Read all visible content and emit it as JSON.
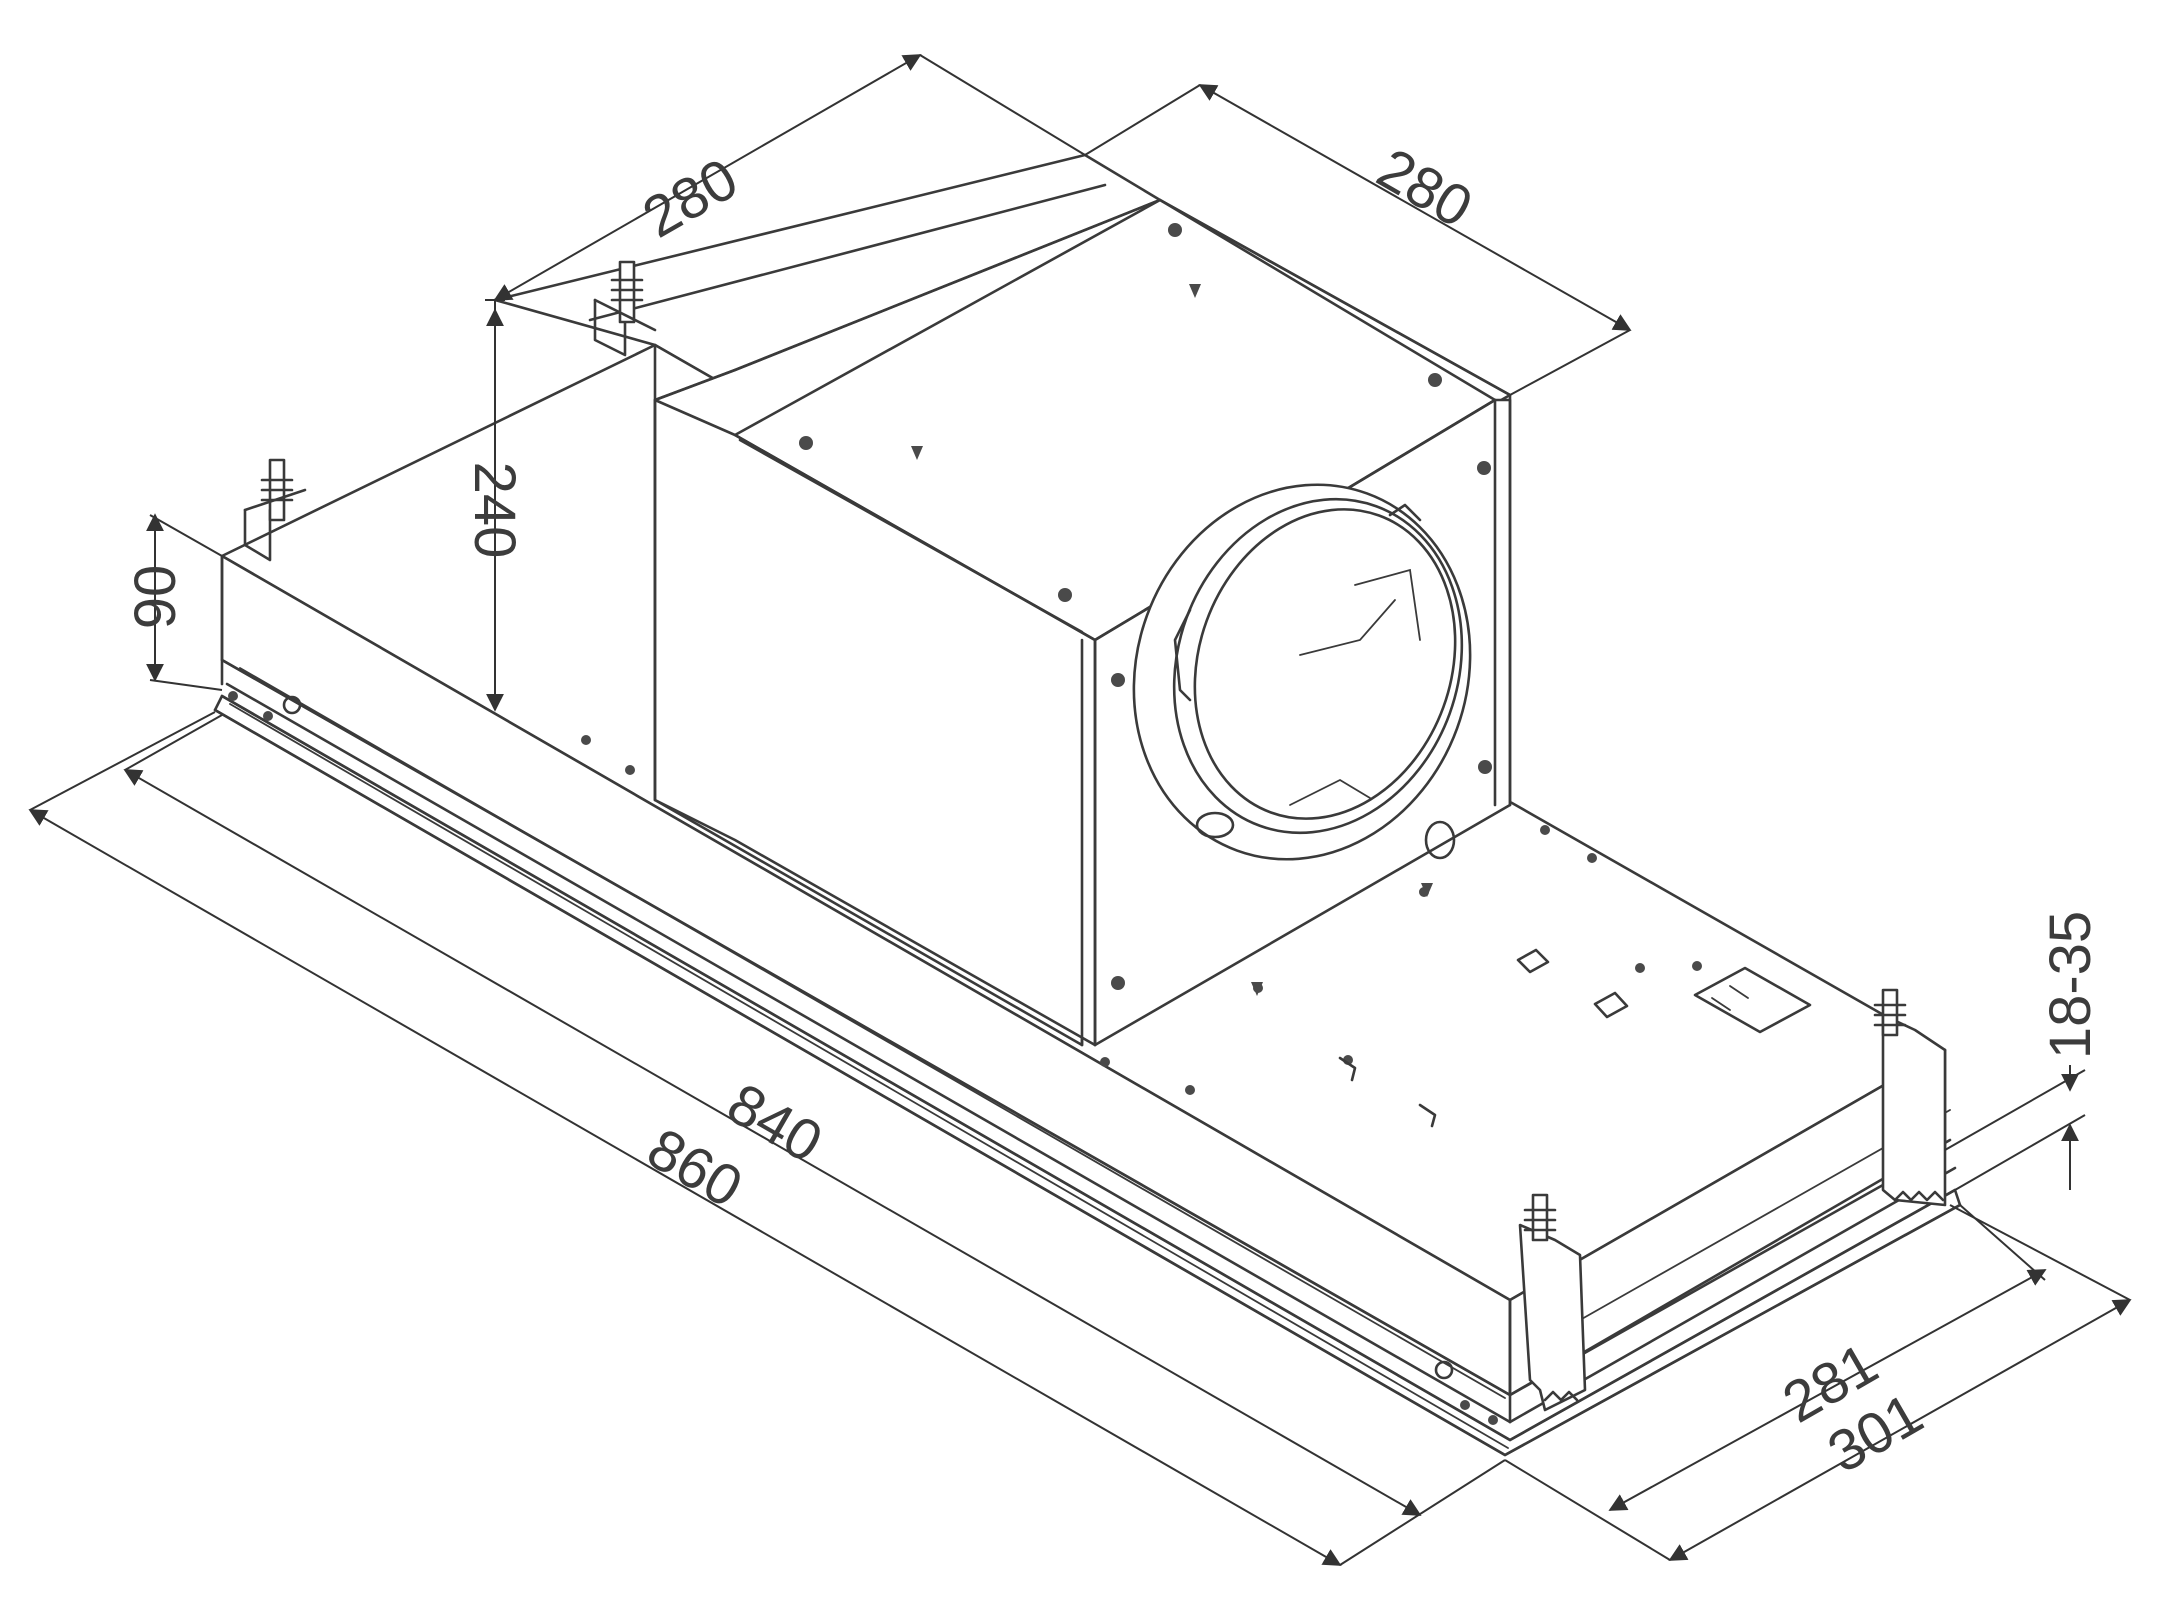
{
  "drawing": {
    "subject": "cooker hood insert with motor box",
    "colors": {
      "line": "#3a3a3a",
      "background": "#ffffff"
    },
    "dimensions": {
      "motor_width_top": "280",
      "motor_depth_top": "280",
      "motor_height": "240",
      "body_height": "90",
      "body_length_inner": "840",
      "body_length_outer": "860",
      "depth_inner": "281",
      "depth_outer": "301",
      "flange_height": "18-35"
    }
  }
}
